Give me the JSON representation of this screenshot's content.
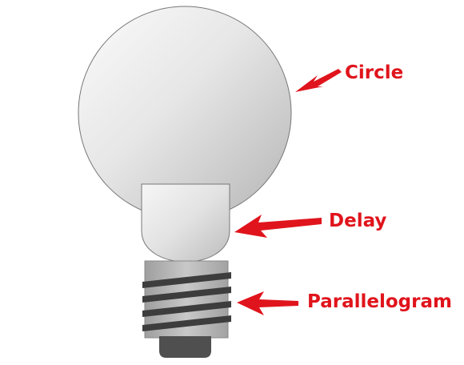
{
  "labels": {
    "circle": "Circle",
    "delay": "Delay",
    "parallelogram": "Parallelogram"
  },
  "colors": {
    "annotation": "#e0141c",
    "bulb_light": "#f7f7f7",
    "bulb_dark": "#b9b9b9",
    "outline": "#777777",
    "thread_fill": "#b4b4b4",
    "thread_stripe": "#3d3d3d",
    "cap": "#4f4f4f"
  },
  "icons": {
    "bulb": "light-bulb-illustration",
    "arrow": "red-pointer-arrow"
  }
}
